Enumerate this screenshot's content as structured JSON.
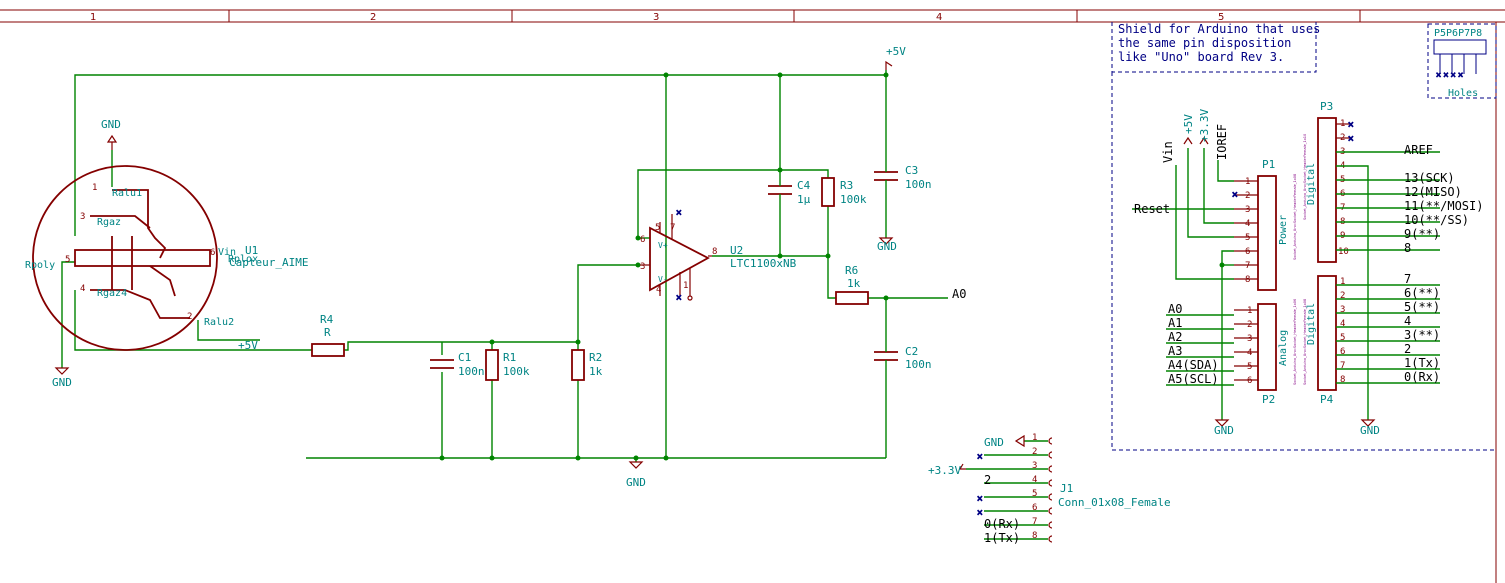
{
  "frame": {
    "columns": [
      "1",
      "2",
      "3",
      "4",
      "5"
    ]
  },
  "note": [
    "Shield for Arduino that uses",
    "the same pin disposition",
    "like \"Uno\" board Rev 3."
  ],
  "holes": {
    "refs": "P5P6P7P8",
    "label": "Holes"
  },
  "power": {
    "gnd": "GND",
    "p5v": "+5V",
    "p33v": "+3.3V"
  },
  "u1": {
    "ref": "U1",
    "value": "Capteur_AIME",
    "pins": {
      "ralu1": "Ralu1",
      "rgaz": "Rgaz",
      "rpoly": "Rpoly",
      "rgaz4": "Rgaz4",
      "ralu2": "Ralu2",
      "vin": "Vin",
      "rplox": "Rplox",
      "n1": "1",
      "n3": "3",
      "n5": "5",
      "n4": "4",
      "n2": "2",
      "n6": "6"
    }
  },
  "u2": {
    "ref": "U2",
    "value": "LTC1100xNB",
    "pin6": "6",
    "pin3": "3",
    "pin5": "5",
    "pin7": "7",
    "pin4": "4",
    "pin1": "1",
    "pin8": "8",
    "vplus": "V+",
    "vminus": "V-"
  },
  "components": {
    "r4": {
      "ref": "R4",
      "value": "R"
    },
    "c1": {
      "ref": "C1",
      "value": "100n"
    },
    "r1": {
      "ref": "R1",
      "value": "100k"
    },
    "r2": {
      "ref": "R2",
      "value": "1k"
    },
    "c4": {
      "ref": "C4",
      "value": "1µ"
    },
    "r3": {
      "ref": "R3",
      "value": "100k"
    },
    "c3": {
      "ref": "C3",
      "value": "100n"
    },
    "r6": {
      "ref": "R6",
      "value": "1k"
    },
    "c2": {
      "ref": "C2",
      "value": "100n"
    }
  },
  "nets": {
    "a0": "A0",
    "p5v_label": "+5V"
  },
  "p1": {
    "ref": "P1",
    "type": "Power",
    "top_labels": [
      "Vin",
      "+5V",
      "+3.3V",
      "IOREF"
    ],
    "pins": [
      "1",
      "2",
      "3",
      "4",
      "5",
      "6",
      "7",
      "8"
    ],
    "reset": "Reset"
  },
  "p2": {
    "ref": "P2",
    "type": "Analog",
    "pins": [
      "1",
      "2",
      "3",
      "4",
      "5",
      "6"
    ],
    "labels": [
      "A0",
      "A1",
      "A2",
      "A3",
      "A4(SDA)",
      "A5(SCL)"
    ]
  },
  "p3": {
    "ref": "P3",
    "type": "Digital",
    "pins": [
      "1",
      "2",
      "3",
      "4",
      "5",
      "6",
      "7",
      "8",
      "9",
      "10"
    ],
    "labels": [
      "",
      "",
      "AREF",
      "",
      "13(SCK)",
      "12(MISO)",
      "11(**/MOSI)",
      "10(**/SS)",
      "9(**)",
      "8"
    ]
  },
  "p4": {
    "ref": "P4",
    "type": "Digital",
    "pins": [
      "1",
      "2",
      "3",
      "4",
      "5",
      "6",
      "7",
      "8"
    ],
    "labels": [
      "7",
      "6(**)",
      "5(**)",
      "4",
      "3(**)",
      "2",
      "1(Tx)",
      "0(Rx)"
    ]
  },
  "j1": {
    "ref": "J1",
    "value": "Conn_01x08_Female",
    "pins": [
      "1",
      "2",
      "3",
      "4",
      "5",
      "6",
      "7",
      "8"
    ],
    "left": [
      "GND",
      "",
      "+3.3V",
      "2",
      "",
      "",
      "0(Rx)",
      "1(Tx)"
    ]
  }
}
